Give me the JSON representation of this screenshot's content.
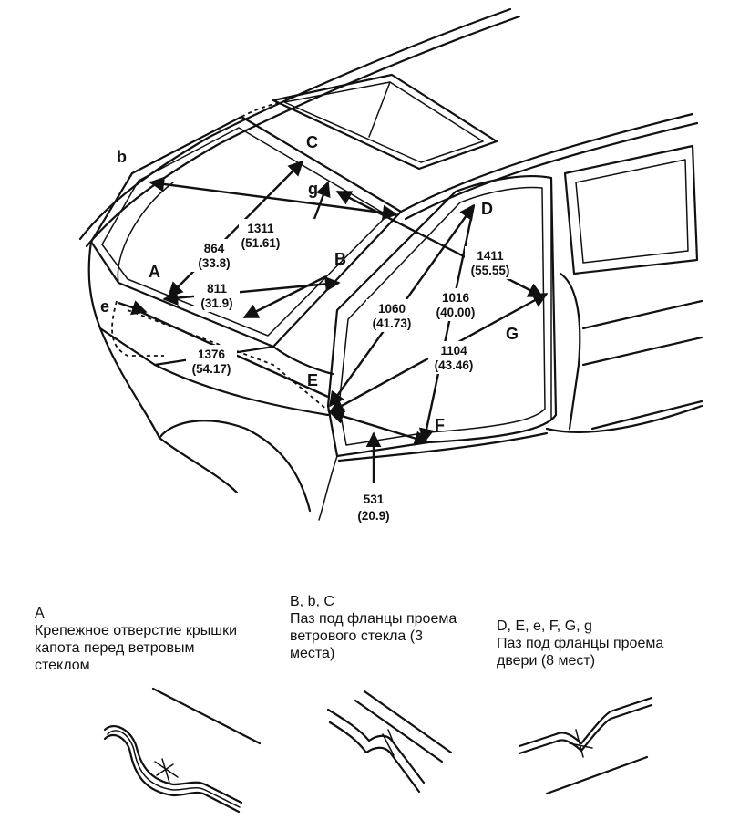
{
  "points": {
    "A": "A",
    "b": "b",
    "B": "B",
    "C": "C",
    "g": "g",
    "D": "D",
    "e": "e",
    "E": "E",
    "F": "F",
    "G": "G"
  },
  "dimensions": [
    {
      "value": "1311",
      "sub": "(51.61)"
    },
    {
      "value": "864",
      "sub": "(33.8)"
    },
    {
      "value": "811",
      "sub": "(31.9)"
    },
    {
      "value": "1376",
      "sub": "(54.17)"
    },
    {
      "value": "1411",
      "sub": "(55.55)"
    },
    {
      "value": "1060",
      "sub": "(41.73)"
    },
    {
      "value": "1016",
      "sub": "(40.00)"
    },
    {
      "value": "1104",
      "sub": "(43.46)"
    },
    {
      "value": "531",
      "sub": "(20.9)"
    }
  ],
  "legend": [
    {
      "key": "A",
      "text": "Крепежное отверстие крышки\nкапота перед ветровым\nстеклом"
    },
    {
      "key": "B, b, C",
      "text": "Паз под фланцы проема\nветрового стекла (3\nместа)"
    },
    {
      "key": "D, E, e, F, G, g",
      "text": "Паз под фланцы проема\nдвери (8 мест)"
    }
  ]
}
